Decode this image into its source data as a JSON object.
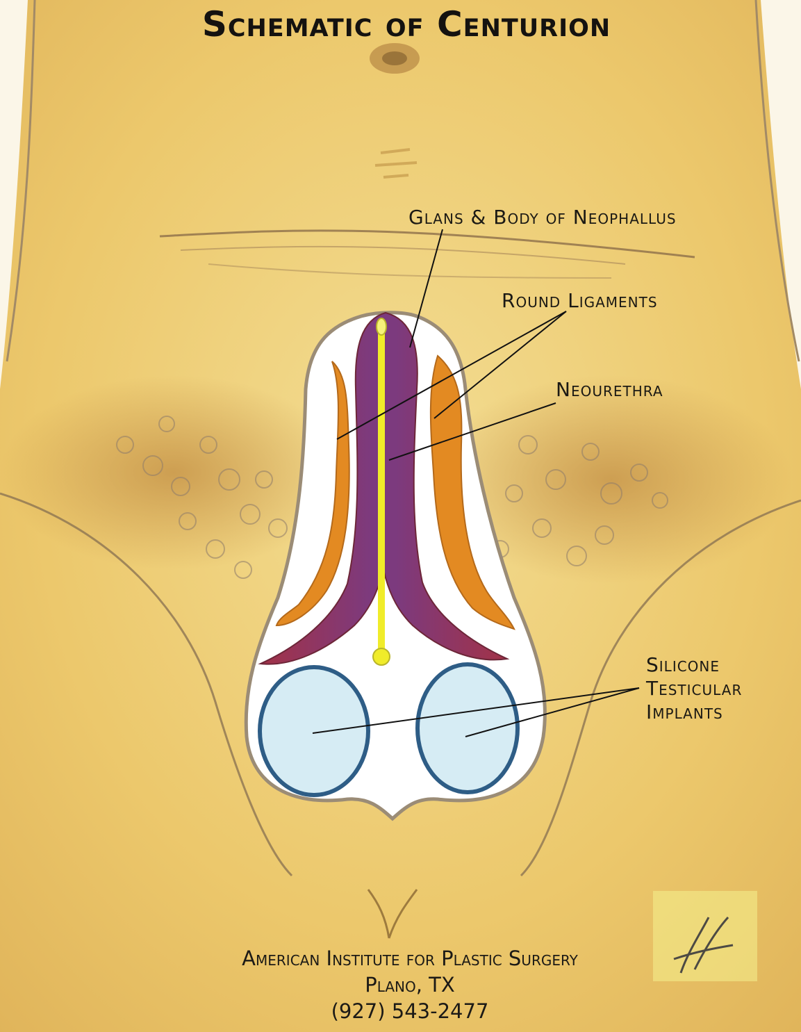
{
  "title": "Schematic of Centurion",
  "labels": {
    "glans": "Glans & Body of Neophallus",
    "round_ligaments": "Round Ligaments",
    "neourethra": "Neourethra",
    "implants_line1": "Silicone",
    "implants_line2": "Testicular",
    "implants_line3": "Implants"
  },
  "footer": {
    "institute": "American Institute for Plastic Surgery",
    "location": "Plano, TX",
    "phone": "(927) 543-2477"
  },
  "colors": {
    "skin": "#e9c76a",
    "skin_light": "#f3dc8f",
    "hair": "#b98a3e",
    "shaft": "#b03a4e",
    "ligament": "#e48a1e",
    "urethra": "#f0ec2a",
    "implant": "#d6ecf4",
    "implant_outline": "#2e5d86"
  }
}
